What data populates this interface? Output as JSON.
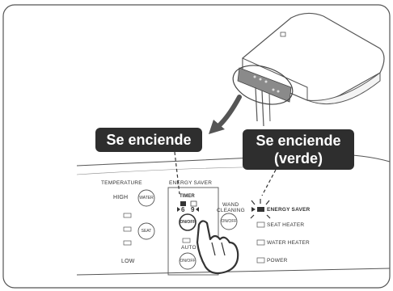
{
  "callouts": {
    "left": "Se enciende",
    "right_line1": "Se enciende",
    "right_line2": "(verde)"
  },
  "panel": {
    "temperature_label": "TEMPERATURE",
    "high_label": "HIGH",
    "low_label": "LOW",
    "water_button": "WATER",
    "seat_button": "SEAT",
    "energy_saver_header": "ENERGY SAVER",
    "timer_label": "TIMER",
    "timer_6": "6",
    "timer_9": "9",
    "onoff_button": "ON/OFF",
    "auto_label": "AUTO",
    "auto_onoff_button": "ON/OFF",
    "wand_label_1": "WAND",
    "wand_label_2": "CLEANING",
    "wand_onoff_button": "ON/OFF",
    "indicators": [
      "ENERGY SAVER",
      "SEAT HEATER",
      "WATER HEATER",
      "POWER"
    ]
  },
  "colors": {
    "callout_bg": "#2e2e2e",
    "panel_highlight": "#8a8a8a"
  }
}
